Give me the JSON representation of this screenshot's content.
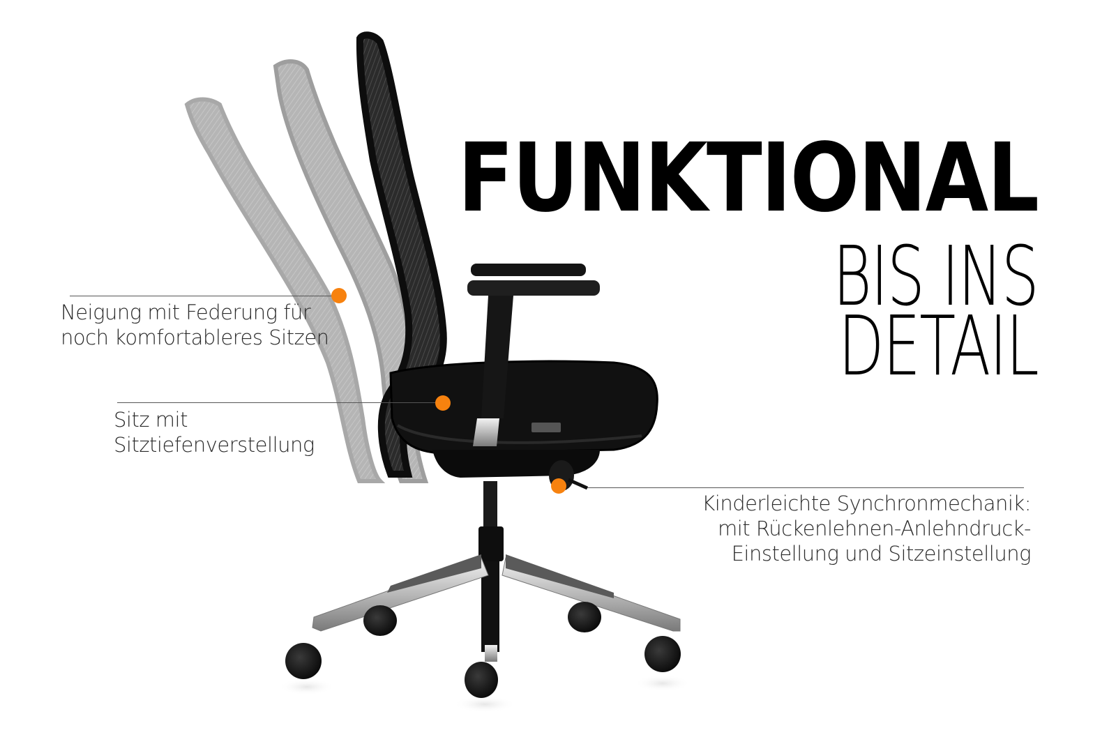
{
  "headline": {
    "bold": "FUNKTIONAL",
    "thin_line_1": "BIS INS",
    "thin_line_2": "DETAIL"
  },
  "callouts": [
    {
      "id": "backrest-tilt",
      "lines": [
        "Neigung mit Federung für",
        "noch komfortableres Sitzen"
      ],
      "align": "left"
    },
    {
      "id": "seat-depth",
      "lines": [
        "Sitz mit",
        "Sitztiefenverstellung"
      ],
      "align": "left"
    },
    {
      "id": "synchro-mechanism",
      "lines": [
        "Kinderleichte Synchronmechanik:",
        "mit Rückenlehnen-Anlehndruck-",
        "Einstellung und Sitzeinstellung"
      ],
      "align": "right"
    }
  ],
  "colors": {
    "accent_dot": "#f7820f",
    "leader_line": "#555555",
    "background": "#ffffff",
    "text": "#000000"
  },
  "icons": {
    "hotspot": "hotspot-dot-icon",
    "product": "office-chair-illustration"
  }
}
